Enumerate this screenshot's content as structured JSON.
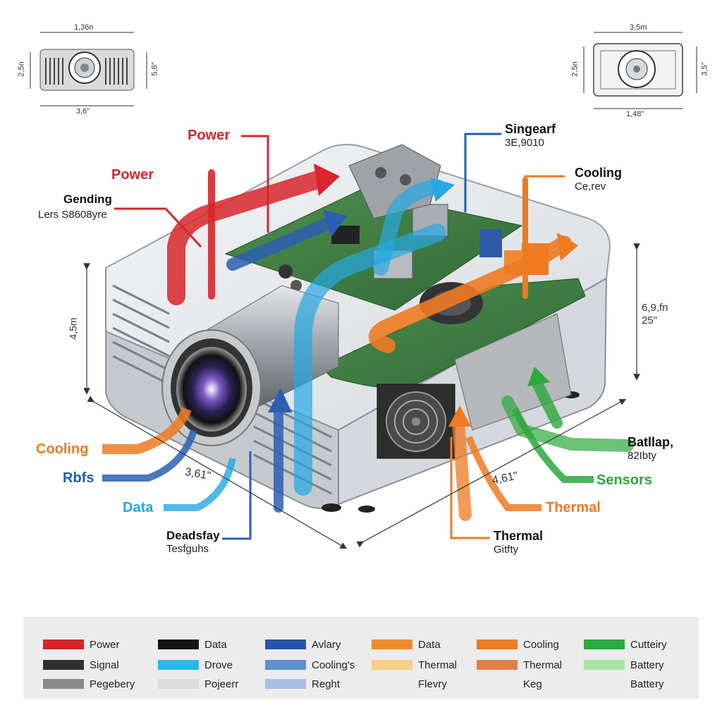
{
  "dimensions": {
    "top_left_width": "1,36n",
    "top_left_height_left": "2,5n",
    "top_left_height_right": "5,6\"",
    "top_left_bottom": "3,6\"",
    "top_right_width": "3,5m",
    "top_right_height_left": "2,5n",
    "top_right_height_right": "3,5\"",
    "top_right_bottom": "1,48\"",
    "left_height": "4,5m",
    "right_height_1": "6,9,fn",
    "right_height_2": "25\"",
    "front_depth": "3,61\"",
    "right_depth": "4,61\""
  },
  "callouts": {
    "power_1": "Power",
    "power_2": "Power",
    "gending": "Gending",
    "gending_sub": "Lers S8608yre",
    "singearf": "Singearf",
    "singearf_sub": "3E,9010",
    "cooling_top": "Cooling",
    "cooling_top_sub": "Ce,rev",
    "cooling_left": "Cooling",
    "rbfs": "Rbfs",
    "data": "Data",
    "deadsfay": "Deadsfay",
    "deadsfay_sub": "Tesfguhs",
    "batllap": "Batllap,",
    "batllap_sub": "82Ibty",
    "sensors": "Sensors",
    "thermal_1": "Thermal",
    "thermal_2": "Thermal",
    "thermal_2_sub": "Gitfty"
  },
  "colors": {
    "red": "#d8262b",
    "blue": "#1f5fb5",
    "light_blue": "#25a7e0",
    "orange": "#ee7a22",
    "green": "#2ea83c"
  },
  "legend": [
    {
      "label": "Power",
      "color": "#d8232a"
    },
    {
      "label": "Data",
      "color": "#151515"
    },
    {
      "label": "Avlary",
      "color": "#2755a8"
    },
    {
      "label": "Data",
      "color": "#ef8a2a"
    },
    {
      "label": "Cooling",
      "color": "#ee7b25"
    },
    {
      "label": "Cutteiry",
      "color": "#2bab3f"
    },
    {
      "label": "Signal",
      "color": "#2f2f2f"
    },
    {
      "label": "Drove",
      "color": "#2bb7e8"
    },
    {
      "label": "Cooling's",
      "color": "#5f8fcf"
    },
    {
      "label": "Thermal",
      "color": "#f6cf84"
    },
    {
      "label": "Thermal",
      "color": "#e0804a"
    },
    {
      "label": "Battery",
      "color": "#a8e4a8"
    },
    {
      "label": "Pegebery",
      "color": "#8a8a8a"
    },
    {
      "label": "Pojeerr",
      "color": "#dcdcdc"
    },
    {
      "label": "Reght",
      "color": "#a9bfe6"
    },
    {
      "label": "Flevry",
      "color": ""
    },
    {
      "label": "Keg",
      "color": ""
    },
    {
      "label": "Battery",
      "color": ""
    }
  ]
}
